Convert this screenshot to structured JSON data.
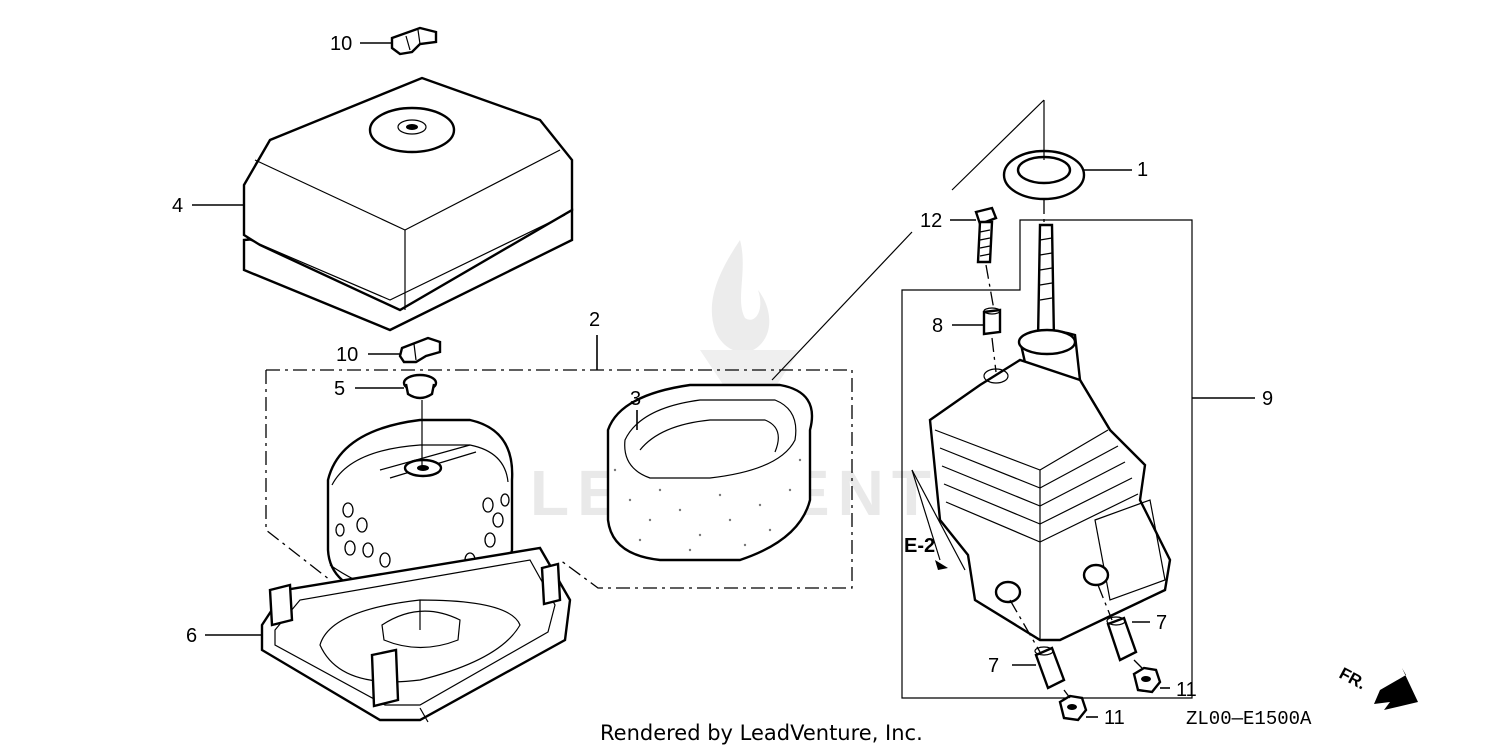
{
  "watermark": {
    "text": "LEADVENTURE"
  },
  "parts": [
    {
      "id": "p1",
      "label": "1"
    },
    {
      "id": "p2",
      "label": "2"
    },
    {
      "id": "p3",
      "label": "3"
    },
    {
      "id": "p4",
      "label": "4"
    },
    {
      "id": "p5",
      "label": "5"
    },
    {
      "id": "p6",
      "label": "6"
    },
    {
      "id": "p7a",
      "label": "7"
    },
    {
      "id": "p7b",
      "label": "7"
    },
    {
      "id": "p8",
      "label": "8"
    },
    {
      "id": "p9",
      "label": "9"
    },
    {
      "id": "p10a",
      "label": "10"
    },
    {
      "id": "p10b",
      "label": "10"
    },
    {
      "id": "p11a",
      "label": "11"
    },
    {
      "id": "p11b",
      "label": "11"
    },
    {
      "id": "p12",
      "label": "12"
    }
  ],
  "reference": {
    "label": "E-2"
  },
  "direction": {
    "label": "FR."
  },
  "diagram_code": "ZL00—E1500A",
  "credit": "Rendered by LeadVenture, Inc."
}
